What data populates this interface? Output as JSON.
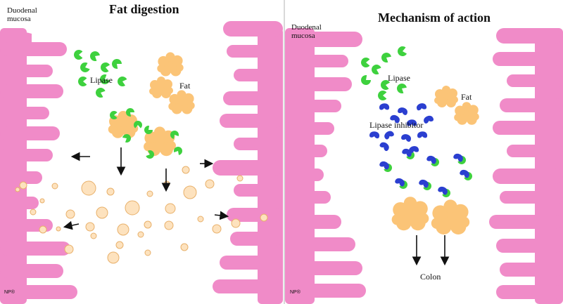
{
  "colors": {
    "mucosa": "#f08bc8",
    "lipase": "#3ed13e",
    "inhibitor": "#2b3fd0",
    "fat": "#fbc477",
    "fat_droplet_fill": "#fde2be",
    "fat_droplet_stroke": "#e8b06a",
    "arrow": "#111111"
  },
  "left_panel": {
    "title": "Fat digestion",
    "mucosa_label": "Duodenal\nmucosa",
    "lipase_label": "Lipase",
    "fat_label": "Fat",
    "credit": "NP®"
  },
  "right_panel": {
    "title": "Mechanism of action",
    "mucosa_label": "Duodenal\nmucosa",
    "lipase_label": "Lipase",
    "fat_label": "Fat",
    "inhibitor_label": "Lipase inhibitor",
    "colon_label": "Colon",
    "credit": "NP®"
  }
}
